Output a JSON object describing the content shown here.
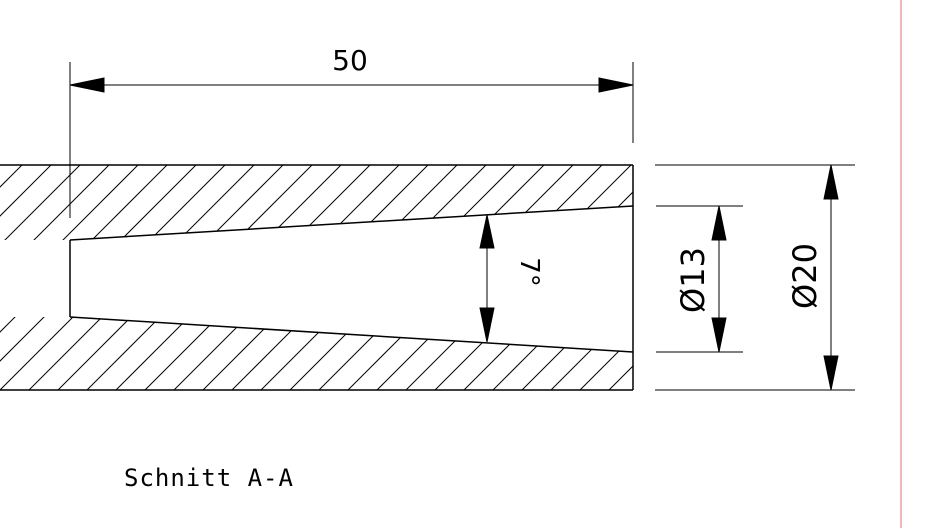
{
  "drawing": {
    "dim_length": "50",
    "dim_inner_diameter": "Ø13",
    "dim_outer_diameter": "Ø20",
    "taper_angle": "7°",
    "section_caption": "Schnitt A-A"
  },
  "colors": {
    "line": "#000000",
    "frame_border": "#e8a0a0"
  }
}
